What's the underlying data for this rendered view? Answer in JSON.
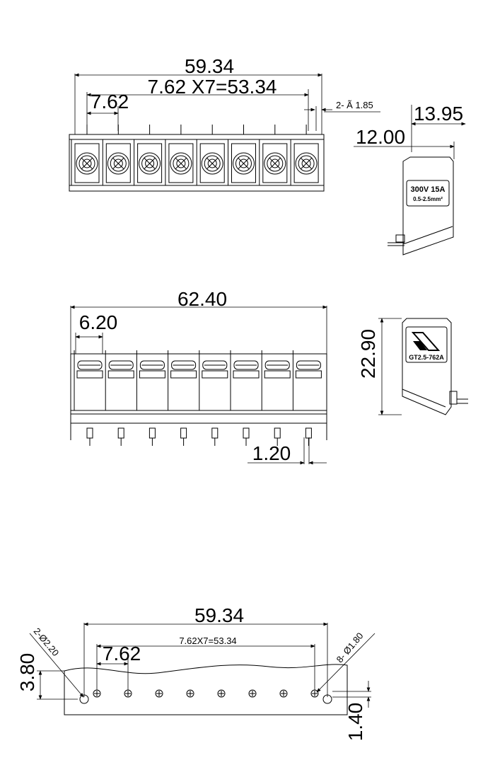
{
  "top_view": {
    "overall_width": "59.34",
    "pitch_total": "7.62 X7=53.34",
    "pitch": "7.62",
    "hole_note": "2- Ã 1.85",
    "positions": 8
  },
  "side_view_top": {
    "depth_outer": "13.95",
    "depth_inner": "12.00",
    "rating": "300V 15A",
    "wire_range": "0.5-2.5mm²"
  },
  "front_view": {
    "overall_width": "62.40",
    "pitch": "6.20",
    "pin_width": "1.20"
  },
  "side_view_front": {
    "height": "22.90",
    "model": "GT2.5-762A"
  },
  "pcb_layout": {
    "overall_width": "59.34",
    "pitch_total": "7.62X7=53.34",
    "pitch": "7.62",
    "mount_hole": "2-Ø2.20",
    "pin_hole": "8- Ø1.80",
    "height_offset": "3.80",
    "pin_offset": "1.40"
  }
}
